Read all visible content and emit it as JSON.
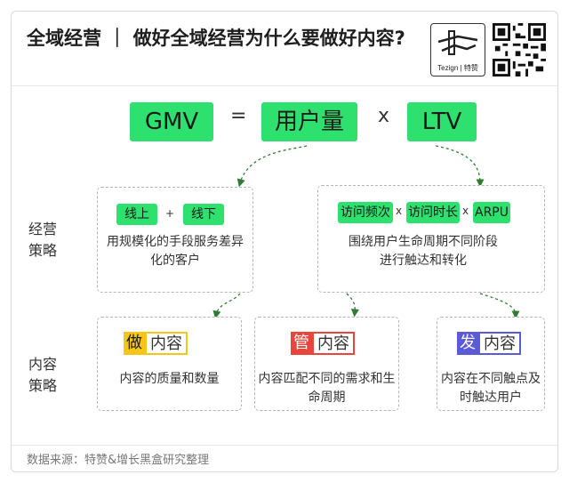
{
  "header": {
    "title": "全域经营 ｜ 做好全域经营为什么要做好内容?",
    "logo_text": "Tezign | 特赞"
  },
  "formula": {
    "gmv": "GMV",
    "equals": "=",
    "users": "用户量",
    "times": "x",
    "ltv": "LTV"
  },
  "strategy": {
    "row_label": "经营策略",
    "left": {
      "tag1": "线上",
      "plus": "+",
      "tag2": "线下",
      "desc": "用规模化的手段服务差异化的客户"
    },
    "right": {
      "tag1": "访问频次",
      "times1": "x",
      "tag2": "访问时长",
      "times2": "x",
      "tag3": "ARPU",
      "desc": "围绕用户生命周期不同阶段进行触达和转化"
    }
  },
  "content": {
    "row_label": "内容策略",
    "boxes": [
      {
        "char": "做",
        "rest": "内容",
        "desc": "内容的质量和数量",
        "color": "#f5c518"
      },
      {
        "char": "管",
        "rest": "内容",
        "desc": "内容匹配不同的需求和生命周期",
        "color": "#e8453c"
      },
      {
        "char": "发",
        "rest": "内容",
        "desc": "内容在不同触点及时触达用户",
        "color": "#5b5bd6"
      }
    ]
  },
  "source": "数据来源：特赞&增长黑盒研究整理"
}
